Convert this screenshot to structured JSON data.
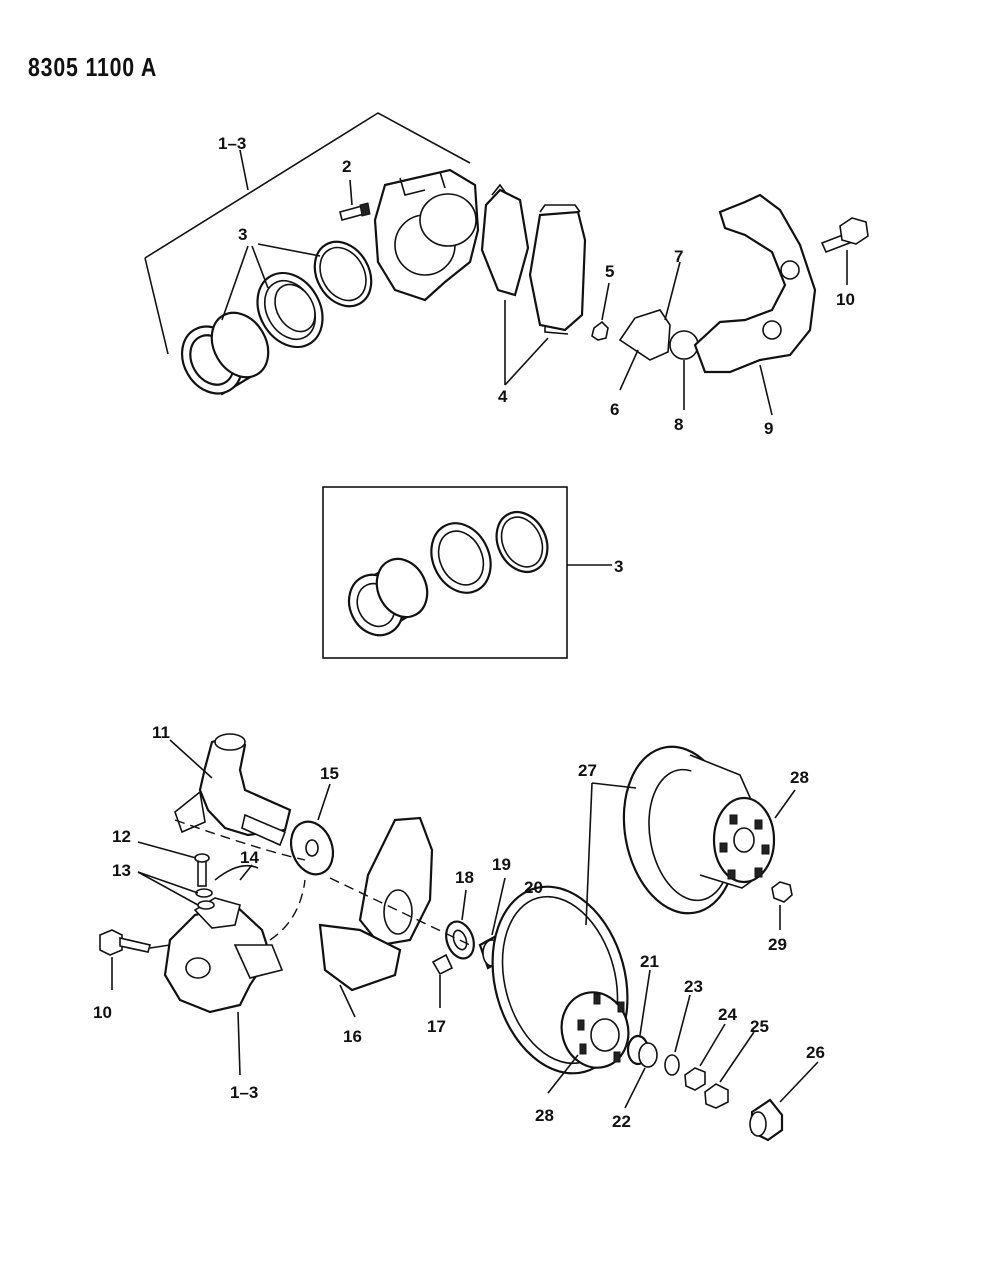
{
  "document": {
    "id": "8305 1100 A"
  },
  "callouts": {
    "c1_3_top": "1–3",
    "c2": "2",
    "c3_top": "3",
    "c4": "4",
    "c5": "5",
    "c6": "6",
    "c7": "7",
    "c8": "8",
    "c9": "9",
    "c10_top": "10",
    "c3_box": "3",
    "c11": "11",
    "c12": "12",
    "c13": "13",
    "c14": "14",
    "c15": "15",
    "c16": "16",
    "c17": "17",
    "c18": "18",
    "c19": "19",
    "c20": "20",
    "c21": "21",
    "c22": "22",
    "c23": "23",
    "c24": "24",
    "c25": "25",
    "c26": "26",
    "c27": "27",
    "c28_top": "28",
    "c28_bottom": "28",
    "c29": "29",
    "c10_bottom": "10",
    "c1_3_bottom": "1–3"
  },
  "icons": [
    "piston-seal-kit",
    "brake-caliper",
    "brake-pad",
    "caliper-adapter",
    "steering-knuckle",
    "splash-shield",
    "wheel-bearing",
    "rotor-hub",
    "wheel-stud",
    "lug-nut",
    "grease-cap"
  ]
}
